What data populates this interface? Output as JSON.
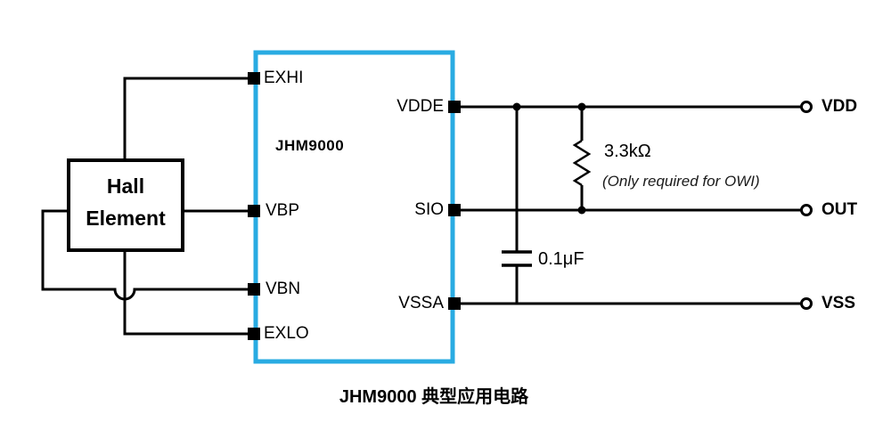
{
  "caption": "JHM9000 典型应用电路",
  "colors": {
    "ic_border": "#29ABE2",
    "wire": "#000000",
    "text": "#000000"
  },
  "ic": {
    "label": "JHM9000",
    "pins": {
      "exhi": "EXHI",
      "vbp": "VBP",
      "vbn": "VBN",
      "exlo": "EXLO",
      "vdde": "VDDE",
      "sio": "SIO",
      "vssa": "VSSA"
    }
  },
  "hall_element": {
    "line1": "Hall",
    "line2": "Element"
  },
  "resistor": {
    "value": "3.3kΩ",
    "note": "(Only required for OWI)"
  },
  "capacitor": {
    "value": "0.1μF"
  },
  "terminals": {
    "vdd": "VDD",
    "out": "OUT",
    "vss": "VSS"
  }
}
